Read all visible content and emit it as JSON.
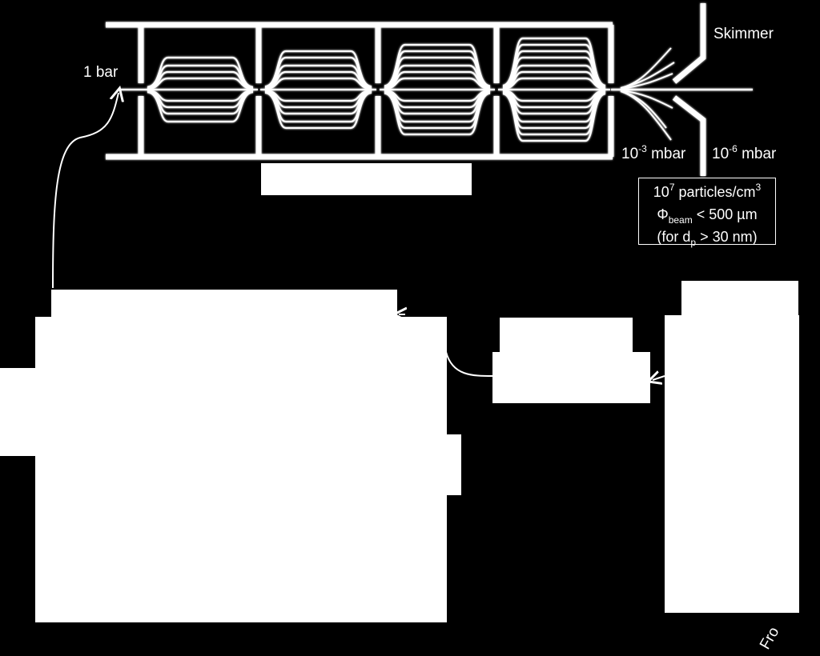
{
  "labels": {
    "skimmer": "Skimmer",
    "inlet_pressure": "1 bar",
    "pressure_stage1_base": "10",
    "pressure_stage1_exp": "-3",
    "pressure_stage1_unit": " mbar",
    "pressure_stage2_base": "10",
    "pressure_stage2_exp": "-6",
    "pressure_stage2_unit": " mbar",
    "rotated_text": "Fro"
  },
  "infobox": {
    "line1_base": "10",
    "line1_exp": "7",
    "line1_rest": " particles/cm",
    "line1_unit_exp": "3",
    "line2_symbol": "Φ",
    "line2_sub": "beam",
    "line2_rest": " < 500 µm",
    "line3_pre": "(for d",
    "line3_sub": "p",
    "line3_rest": " > 30 nm)"
  },
  "colors": {
    "background": "#000000",
    "foreground": "#ffffff"
  }
}
